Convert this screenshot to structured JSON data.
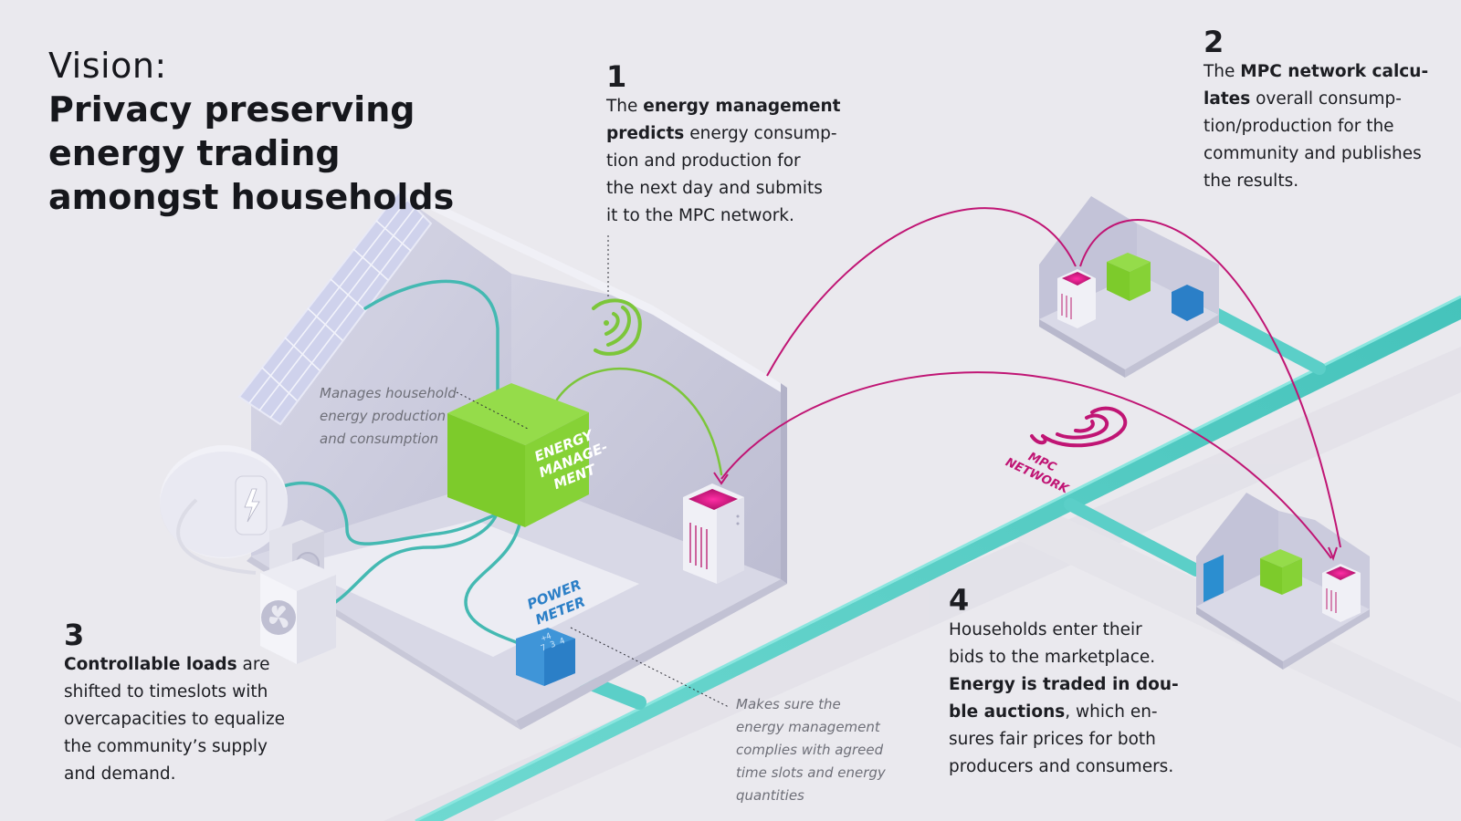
{
  "title": {
    "pre": "Vision:",
    "lines": [
      "Privacy preserving",
      "energy trading",
      "amongst households"
    ]
  },
  "steps": [
    {
      "number": "1",
      "lines": [
        [
          {
            "t": "The ",
            "b": false
          },
          {
            "t": "energy management",
            "b": true
          }
        ],
        [
          {
            "t": "predicts",
            "b": true
          },
          {
            "t": " energy consump-",
            "b": false
          }
        ],
        [
          {
            "t": "tion and production for",
            "b": false
          }
        ],
        [
          {
            "t": "the next day and submits",
            "b": false
          }
        ],
        [
          {
            "t": "it to the MPC network.",
            "b": false
          }
        ]
      ]
    },
    {
      "number": "2",
      "lines": [
        [
          {
            "t": "The ",
            "b": false
          },
          {
            "t": "MPC network calcu-",
            "b": true
          }
        ],
        [
          {
            "t": "lates",
            "b": true
          },
          {
            "t": " overall consump-",
            "b": false
          }
        ],
        [
          {
            "t": "tion/production for the",
            "b": false
          }
        ],
        [
          {
            "t": "community and publishes",
            "b": false
          }
        ],
        [
          {
            "t": "the results.",
            "b": false
          }
        ]
      ]
    },
    {
      "number": "3",
      "lines": [
        [
          {
            "t": "Controllable loads",
            "b": true
          },
          {
            "t": " are",
            "b": false
          }
        ],
        [
          {
            "t": "shifted to timeslots with",
            "b": false
          }
        ],
        [
          {
            "t": "overcapacities to equalize",
            "b": false
          }
        ],
        [
          {
            "t": "the community’s supply",
            "b": false
          }
        ],
        [
          {
            "t": "and demand.",
            "b": false
          }
        ]
      ]
    },
    {
      "number": "4",
      "lines": [
        [
          {
            "t": "Households enter their",
            "b": false
          }
        ],
        [
          {
            "t": "bids to the marketplace.",
            "b": false
          }
        ],
        [
          {
            "t": "Energy is traded in dou-",
            "b": true
          }
        ],
        [
          {
            "t": "ble auctions",
            "b": true
          },
          {
            "t": ", which en-",
            "b": false
          }
        ],
        [
          {
            "t": "sures fair prices for both",
            "b": false
          }
        ],
        [
          {
            "t": "producers and consumers.",
            "b": false
          }
        ]
      ]
    }
  ],
  "notes": {
    "energy_management": [
      "Manages household",
      "energy production",
      "and consumption"
    ],
    "power_meter": [
      "Makes sure the",
      "energy management",
      "complies with agreed",
      "time slots and energy",
      "quantities"
    ]
  },
  "labels": {
    "energy_management": [
      "ENERGY",
      "MANAGE-",
      "MENT"
    ],
    "power_meter": [
      "POWER",
      "METER"
    ],
    "meter_digits": [
      "+4",
      "7 3 4"
    ],
    "mpc_network": [
      "MPC",
      "NETWORK"
    ]
  },
  "colors": {
    "background": "#eae9ee",
    "house_wall": "#cfcfe0",
    "house_floor": "#dcdce8",
    "green_box": "#7ccf2c",
    "cable_cyan": "#5bcfc8",
    "mpc_magenta": "#c01574",
    "meter_blue": "#2b7fc7",
    "solar_panel": "#c4c8e6",
    "signal_green": "#7cc63a"
  }
}
